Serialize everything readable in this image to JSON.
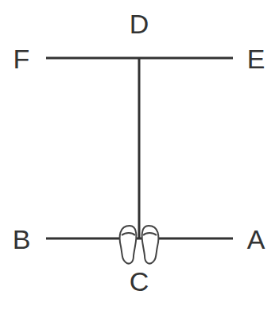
{
  "diagram": {
    "labels": [
      "D",
      "F",
      "E",
      "B",
      "A",
      "C"
    ]
  }
}
